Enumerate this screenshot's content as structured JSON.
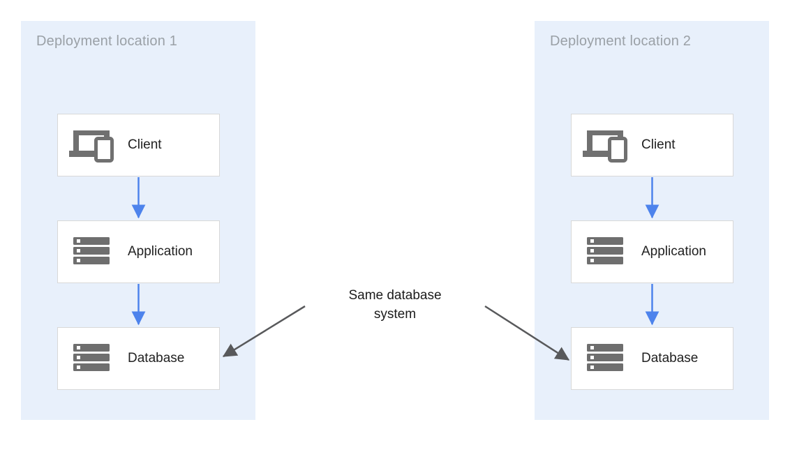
{
  "panels": [
    {
      "title": "Deployment location 1",
      "nodes": [
        {
          "label": "Client",
          "icon": "devices-icon"
        },
        {
          "label": "Application",
          "icon": "server-stack-icon"
        },
        {
          "label": "Database",
          "icon": "server-stack-icon"
        }
      ]
    },
    {
      "title": "Deployment location 2",
      "nodes": [
        {
          "label": "Client",
          "icon": "devices-icon"
        },
        {
          "label": "Application",
          "icon": "server-stack-icon"
        },
        {
          "label": "Database",
          "icon": "server-stack-icon"
        }
      ]
    }
  ],
  "annotation": {
    "line1": "Same database",
    "line2": "system"
  },
  "colors": {
    "panel_background": "#e8f0fb",
    "panel_title": "#9aa0a6",
    "node_border": "#d8d8d8",
    "node_label": "#212121",
    "icon_gray": "#707070",
    "flow_arrow_blue": "#4d83ec",
    "annotation_arrow_gray": "#58595b"
  }
}
